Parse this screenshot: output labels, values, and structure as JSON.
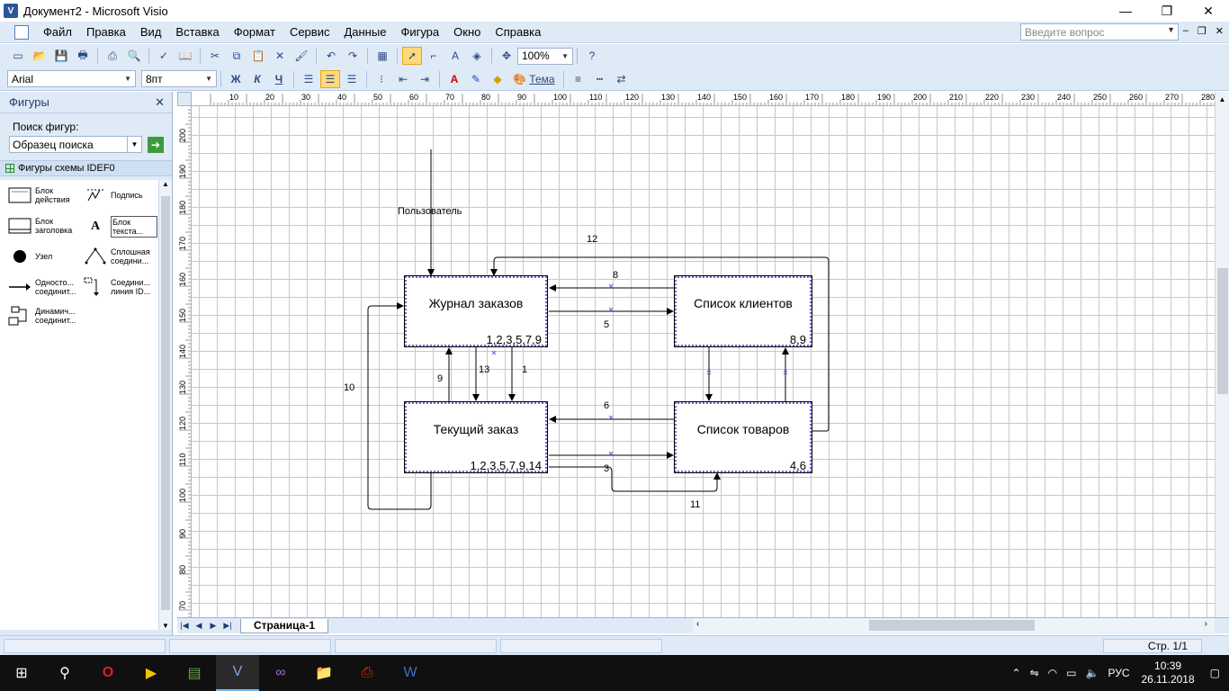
{
  "window": {
    "title": "Документ2 - Microsoft Visio",
    "min": "—",
    "max": "❐",
    "close": "✕"
  },
  "menu": {
    "items": [
      "Файл",
      "Правка",
      "Вид",
      "Вставка",
      "Формат",
      "Сервис",
      "Данные",
      "Фигура",
      "Окно",
      "Справка"
    ],
    "help_placeholder": "Введите вопрос"
  },
  "toolbar": {
    "zoom": "100%",
    "font": "Arial",
    "font_size": "8пт",
    "bold": "Ж",
    "italic": "К",
    "underline": "Ч",
    "theme": "Тема"
  },
  "shapes_panel": {
    "title": "Фигуры",
    "search_label": "Поиск фигур:",
    "search_value": "Образец поиска",
    "stencil": "Фигуры схемы IDEF0",
    "items": [
      {
        "label": "Блок действия",
        "icon": "activity-box-icon"
      },
      {
        "label": "Подпись",
        "icon": "squiggle-icon"
      },
      {
        "label": "Блок заголовка",
        "icon": "title-block-icon"
      },
      {
        "label": "Блок текста...",
        "icon": "text-block-icon"
      },
      {
        "label": "Узел",
        "icon": "node-icon"
      },
      {
        "label": "Сплошная соедини...",
        "icon": "solid-connector-icon"
      },
      {
        "label": "Односто... соединит...",
        "icon": "one-way-connector-icon"
      },
      {
        "label": "Соедини... линия ID...",
        "icon": "idef-connector-icon"
      },
      {
        "label": "Динамич... соединит...",
        "icon": "dynamic-connector-icon"
      }
    ]
  },
  "rulers": {
    "top": [
      "10",
      "20",
      "30",
      "40",
      "50",
      "60",
      "70",
      "80",
      "90",
      "100",
      "110",
      "120",
      "130",
      "140",
      "150",
      "160",
      "170",
      "180",
      "190",
      "200",
      "210",
      "220",
      "230",
      "240",
      "250",
      "260",
      "270",
      "280"
    ],
    "left": [
      "200",
      "190",
      "180",
      "170",
      "160",
      "150",
      "140",
      "130",
      "120",
      "110",
      "100",
      "90",
      "80",
      "70"
    ]
  },
  "diagram": {
    "blocks": [
      {
        "name": "Журнал заказов",
        "num": "1,2,3,5,7,9"
      },
      {
        "name": "Список клиентов",
        "num": "8,9"
      },
      {
        "name": "Текущий заказ",
        "num": "1,2,3,5,7,9,14"
      },
      {
        "name": "Список товаров",
        "num": "4,6"
      }
    ],
    "labels": {
      "input": "Пользователь",
      "l12": "12",
      "l8": "8",
      "l5": "5",
      "l6": "6",
      "l3": "3",
      "l11": "11",
      "l10": "10",
      "l9": "9",
      "l13": "13",
      "l1": "1"
    }
  },
  "page_tab": "Страница-1",
  "status": {
    "page": "Стр. 1/1"
  },
  "taskbar": {
    "lang": "РУС",
    "time": "10:39",
    "date": "26.11.2018"
  }
}
